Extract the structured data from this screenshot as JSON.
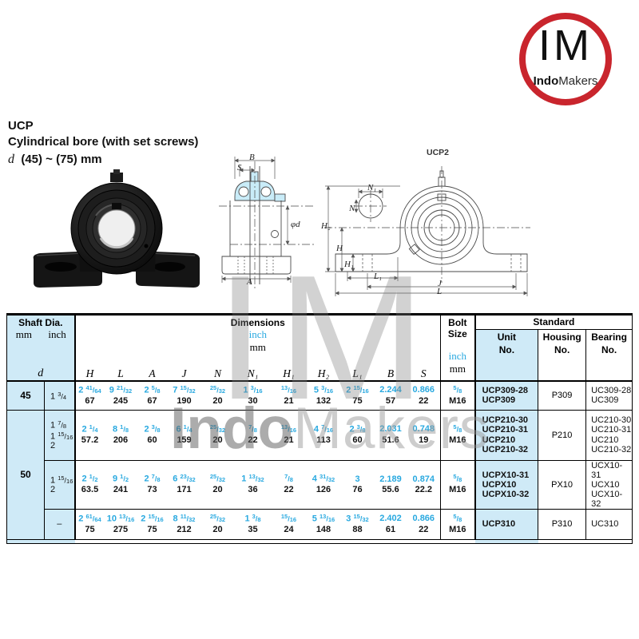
{
  "logo": {
    "im": "IM",
    "brand_bold": "Indo",
    "brand_light": "Makers",
    "ring_color": "#c9252d"
  },
  "title": {
    "series": "UCP",
    "line2": "Cylindrical bore (with set screws)",
    "d": "d",
    "range": "(45) ~ (75) mm"
  },
  "drawings": {
    "caption": "UCP2",
    "side": {
      "b": "B",
      "s": "S",
      "phid": "φd",
      "a": "A"
    },
    "front": {
      "n1": "N₁",
      "n": "N",
      "h2": "H₂",
      "h": "H",
      "h1": "H₁",
      "l1": "L₁",
      "j": "J",
      "l": "L"
    }
  },
  "watermark": {
    "i": "I",
    "m": "M",
    "brand_bold": "Indo",
    "brand_light": "Makers"
  },
  "table": {
    "colors": {
      "accent_cyan": "#29a9e0",
      "light_blue_bg": "#cfeaf7"
    },
    "shaft_header": "Shaft Dia.",
    "mm_label": "mm",
    "inch_label": "inch",
    "d_label": "d",
    "dims_header": "Dimensions",
    "dims_inch": "inch",
    "dims_mm": "mm",
    "bolt_line1": "Bolt",
    "bolt_line2": "Size",
    "bolt_inch_label": "inch",
    "bolt_mm_label": "mm",
    "standard_header": "Standard",
    "unit_label": "Unit",
    "housing_label": "Housing",
    "bearing_label": "Bearing",
    "no_label": "No.",
    "dim_letters": [
      "H",
      "L",
      "A",
      "J",
      "N",
      "N₁",
      "H₁",
      "H₂",
      "L₁",
      "B",
      "S"
    ],
    "groups": [
      {
        "shaft_mm": "45",
        "shaft_inch": [
          "1 3/4"
        ],
        "inch": [
          "2 41/64",
          "9 21/32",
          "2 5/8",
          "7 15/32",
          "25/32",
          "1 3/16",
          "13/16",
          "5 3/16",
          "2 15/16",
          "2.244",
          "0.866"
        ],
        "mm": [
          "67",
          "245",
          "67",
          "190",
          "20",
          "30",
          "21",
          "132",
          "75",
          "57",
          "22"
        ],
        "bolt_inch": "5/8",
        "bolt_mm": "M16",
        "unit_nos": [
          "UCP309-28",
          "UCP309"
        ],
        "housing_no": "P309",
        "bearing_nos": [
          "UC309-28",
          "UC309"
        ]
      },
      {
        "shaft_mm": "50",
        "shaft_inch": [
          "1 7/8",
          "1 15/16",
          "2"
        ],
        "inch": [
          "2 1/4",
          "8 1/8",
          "2 3/8",
          "6 1/4",
          "25/32",
          "7/8",
          "13/16",
          "4 7/16",
          "2 3/8",
          "2.031",
          "0.748"
        ],
        "mm": [
          "57.2",
          "206",
          "60",
          "159",
          "20",
          "22",
          "21",
          "113",
          "60",
          "51.6",
          "19"
        ],
        "bolt_inch": "5/8",
        "bolt_mm": "M16",
        "unit_nos": [
          "UCP210-30",
          "UCP210-31",
          "UCP210",
          "UCP210-32"
        ],
        "housing_no": "P210",
        "bearing_nos": [
          "UC210-30",
          "UC210-31",
          "UC210",
          "UC210-32"
        ]
      },
      {
        "shaft_inch": [
          "1 15/16",
          "2"
        ],
        "inch": [
          "2 1/2",
          "9 1/2",
          "2 7/8",
          "6 23/32",
          "25/32",
          "1 13/32",
          "7/8",
          "4 31/32",
          "3",
          "2.189",
          "0.874"
        ],
        "mm": [
          "63.5",
          "241",
          "73",
          "171",
          "20",
          "36",
          "22",
          "126",
          "76",
          "55.6",
          "22.2"
        ],
        "bolt_inch": "5/8",
        "bolt_mm": "M16",
        "unit_nos": [
          "UCPX10-31",
          "UCPX10",
          "UCPX10-32"
        ],
        "housing_no": "PX10",
        "bearing_nos": [
          "UCX10-31",
          "UCX10",
          "UCX10-32"
        ]
      },
      {
        "shaft_inch": [
          "–"
        ],
        "inch": [
          "2 61/64",
          "10 13/16",
          "2 15/16",
          "8 11/32",
          "25/32",
          "1 3/8",
          "15/16",
          "5 13/16",
          "3 15/32",
          "2.402",
          "0.866"
        ],
        "mm": [
          "75",
          "275",
          "75",
          "212",
          "20",
          "35",
          "24",
          "148",
          "88",
          "61",
          "22"
        ],
        "bolt_inch": "5/8",
        "bolt_mm": "M16",
        "unit_nos": [
          "UCP310"
        ],
        "housing_no": "P310",
        "bearing_nos": [
          "UC310"
        ]
      }
    ]
  }
}
